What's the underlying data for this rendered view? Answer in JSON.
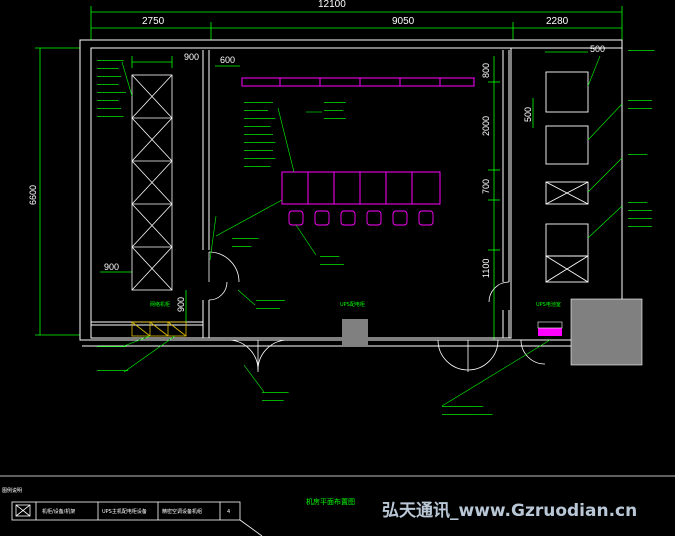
{
  "dimensions": {
    "total_width": "12100",
    "segment_left": "2750",
    "segment_mid": "9050",
    "segment_right": "2280",
    "height_left": "6600",
    "rack_offset": "900",
    "mid_offset": "600",
    "right_offset": "500",
    "right_vert": "500",
    "vert_800": "800",
    "vert_2000": "2000",
    "vert_700": "700",
    "vert_1100": "1100",
    "bottom_900": "900",
    "bottom_left_900": "900"
  },
  "labels": {
    "small_room_label": "网络机柜",
    "center_cabinet_label": "UPS配电柜",
    "right_room_label": "UPS电池室",
    "drawing_title": "机房平面布置图",
    "scale_value": "4"
  },
  "legend": {
    "heading": "图例说明",
    "cells": [
      "机柜/设备/机架",
      "UPS主机配电柜设备",
      "精密空调设备机组"
    ]
  },
  "watermark": "弘天通讯_www.Gzruodian.cn",
  "colors": {
    "background": "#000000",
    "wall": "#ffffff",
    "dimension": "#00ff00",
    "cabinet": "#ff00ff",
    "ups": "#808080",
    "annotation": "#00ff00"
  }
}
